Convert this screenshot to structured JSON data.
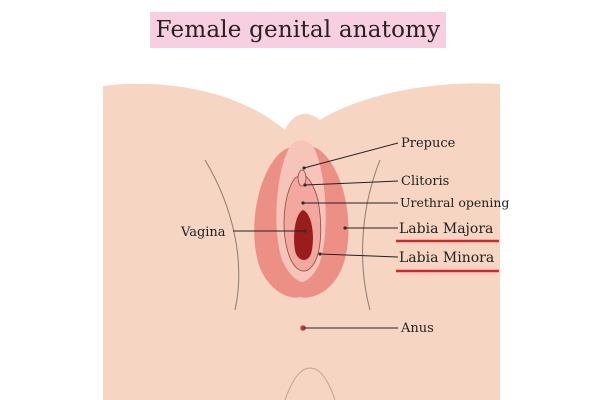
{
  "title": "Female genital anatomy",
  "labels": {
    "prepuce": "Prepuce",
    "clitoris": "Clitoris",
    "urethral_opening": "Urethral opening",
    "labia_majora": "Labia Majora",
    "labia_minora": "Labia Minora",
    "vagina": "Vagina",
    "anus": "Anus"
  },
  "highlighted": [
    "labia_majora",
    "labia_minora"
  ],
  "colors": {
    "title_background": "#f7cfe0",
    "skin": "#f6d5c2",
    "labia_majora": "#ec8f84",
    "labia_minora": "#f2a79f",
    "vagina": "#9b1c1c",
    "highlight_underline": "#d6262b",
    "leader_line": "#222222"
  }
}
